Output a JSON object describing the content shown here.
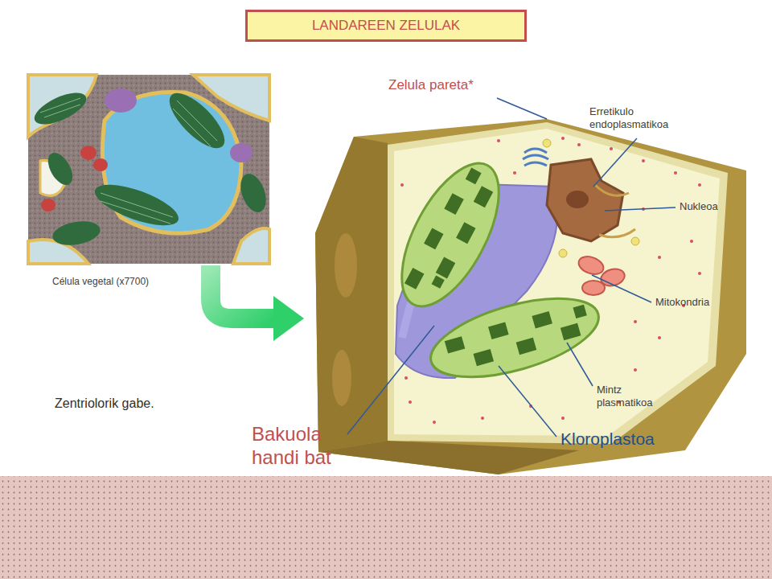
{
  "diagram": {
    "title": "LANDAREEN ZELULAK",
    "labels": [
      "Célula vegetal (x7700)",
      "Zelula pareta*",
      "Erretikulo endoplasmatikoa",
      "Nukleoa",
      "Mitokondria",
      "Mintz plasmatikoa",
      "Kloroplastoa",
      "Bakuola handi bat",
      "Zentriolorik gabe."
    ]
  }
}
